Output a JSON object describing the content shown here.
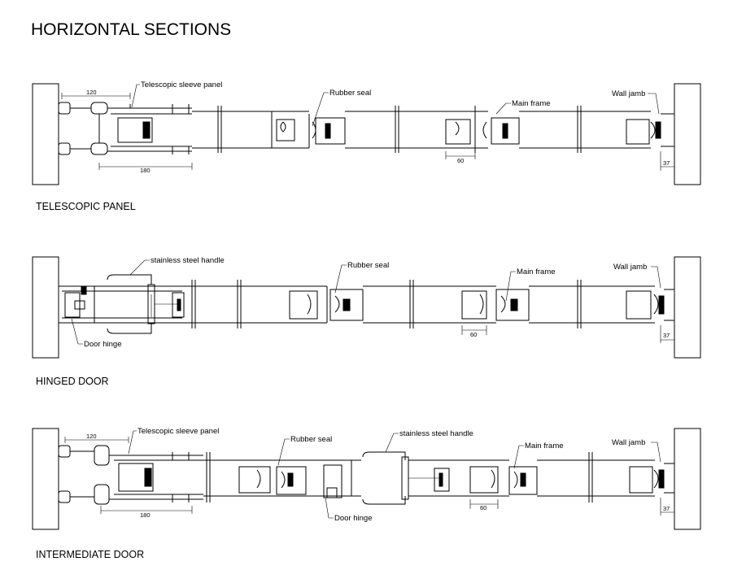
{
  "title": "HORIZONTAL SECTIONS",
  "sections": [
    {
      "caption": "TELESCOPIC PANEL",
      "labels": {
        "sleeve": "Telescopic sleeve panel",
        "rubber": "Rubber seal",
        "main": "Main frame",
        "jamb": "Wall jamb"
      },
      "dims": {
        "d120": "120",
        "d180": "180",
        "d60": "60",
        "d37": "37"
      }
    },
    {
      "caption": "HINGED DOOR",
      "labels": {
        "handle": "stainless steel handle",
        "hinge": "Door hinge",
        "rubber": "Rubber seal",
        "main": "Main frame",
        "jamb": "Wall jamb"
      },
      "dims": {
        "d60": "60",
        "d37": "37"
      }
    },
    {
      "caption": "INTERMEDIATE DOOR",
      "labels": {
        "sleeve": "Telescopic sleeve panel",
        "rubber": "Rubber seal",
        "handle": "stainless steel handle",
        "hinge": "Door hinge",
        "main": "Main frame",
        "jamb": "Wall jamb"
      },
      "dims": {
        "d120": "120",
        "d180": "180",
        "d60": "60",
        "d37": "37"
      }
    }
  ]
}
